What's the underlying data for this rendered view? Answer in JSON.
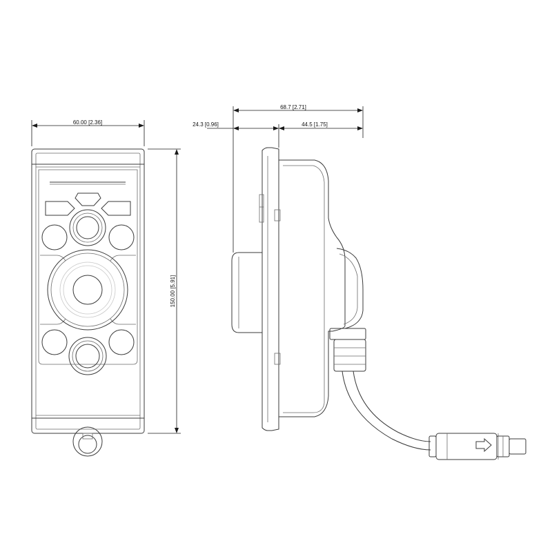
{
  "dimensions": {
    "front_width": "60.00 [2.36]",
    "front_height": "150.00 [5.91]",
    "side_total_depth": "68.7 [2.71]",
    "side_front_depth": "24.3 [0.96]",
    "side_rear_depth": "44.5 [1.75]"
  },
  "colors": {
    "line": "#3a3a3a",
    "dimension": "#1a1a1a",
    "background": "#ffffff"
  }
}
